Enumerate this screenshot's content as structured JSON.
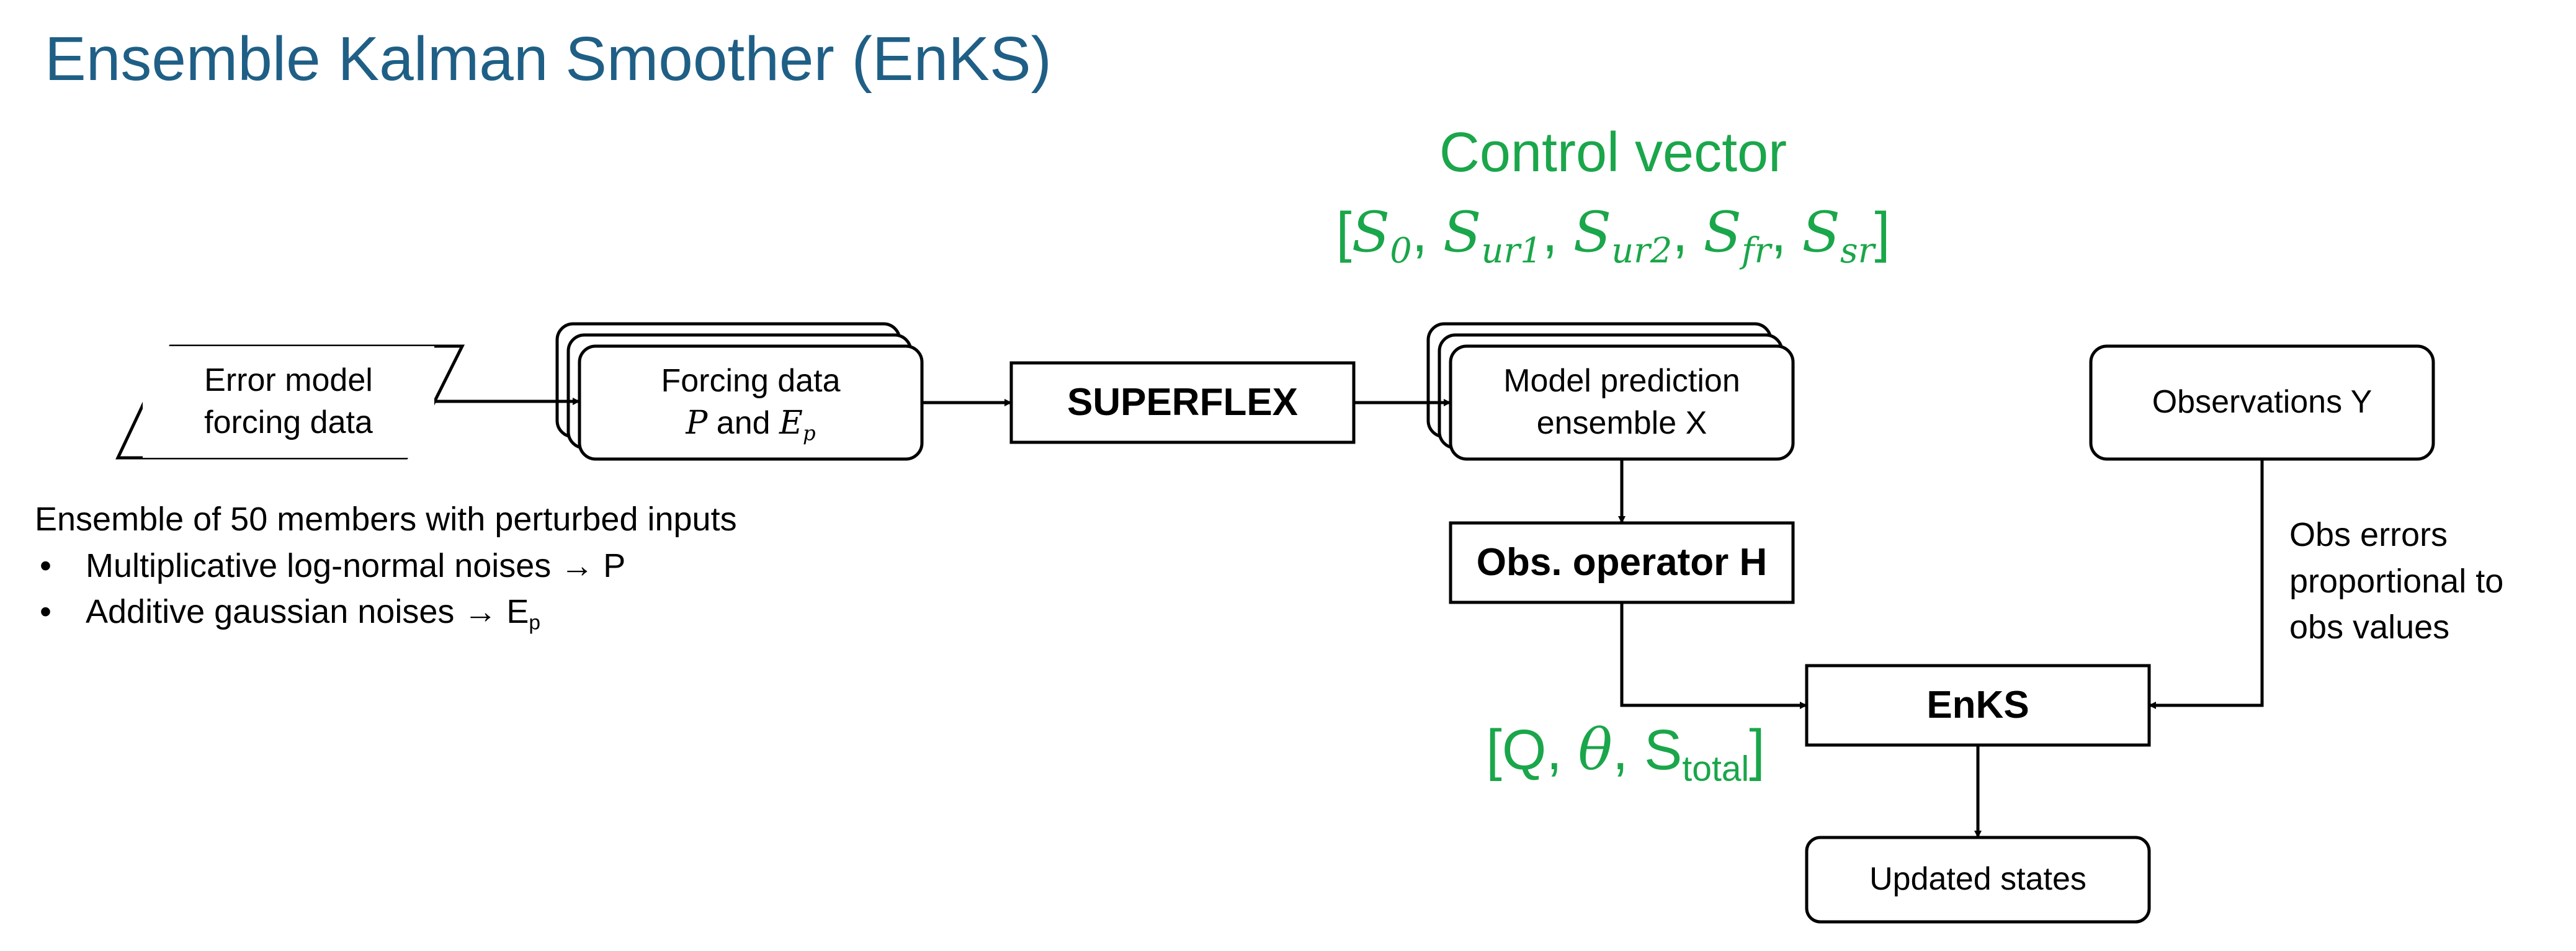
{
  "title": "Ensemble Kalman Smoother (EnKS)",
  "control_vector": {
    "title": "Control vector",
    "open": "[",
    "close": "]",
    "sep": ", ",
    "items": [
      {
        "base": "S",
        "sub": "0"
      },
      {
        "base": "S",
        "sub": "ur1"
      },
      {
        "base": "S",
        "sub": "ur2"
      },
      {
        "base": "S",
        "sub": "fr"
      },
      {
        "base": "S",
        "sub": "sr"
      }
    ]
  },
  "nodes": {
    "error_model": {
      "line1": "Error model",
      "line2": "forcing data"
    },
    "forcing": {
      "line1": "Forcing data",
      "p": "P",
      "and": " and ",
      "e": "E",
      "e_sub": "p"
    },
    "superflex": {
      "label": "SUPERFLEX"
    },
    "prediction": {
      "line1": "Model prediction",
      "line2": "ensemble X"
    },
    "observations": {
      "label": "Observations Y"
    },
    "obs_operator": {
      "label": "Obs. operator H"
    },
    "enks": {
      "label": "EnKS"
    },
    "updated": {
      "label": "Updated states"
    }
  },
  "state_vector": {
    "open": "[",
    "q": "Q",
    "sep1": ", ",
    "theta": "θ",
    "sep2": ", ",
    "s": "S",
    "s_sub": "total",
    "close": "]"
  },
  "ensemble_note": {
    "heading": "Ensemble of 50 members with perturbed inputs",
    "bullets": [
      {
        "text": "Multiplicative log-normal noises → P",
        "sub": ""
      },
      {
        "text": "Additive gaussian noises → E",
        "sub": "p"
      }
    ]
  },
  "obs_error_note": {
    "line1": "Obs errors",
    "line2": "proportional to",
    "line3": "obs values"
  },
  "colors": {
    "title": "#1f5f86",
    "accent_green": "#1aa64a",
    "stroke": "#000000"
  }
}
